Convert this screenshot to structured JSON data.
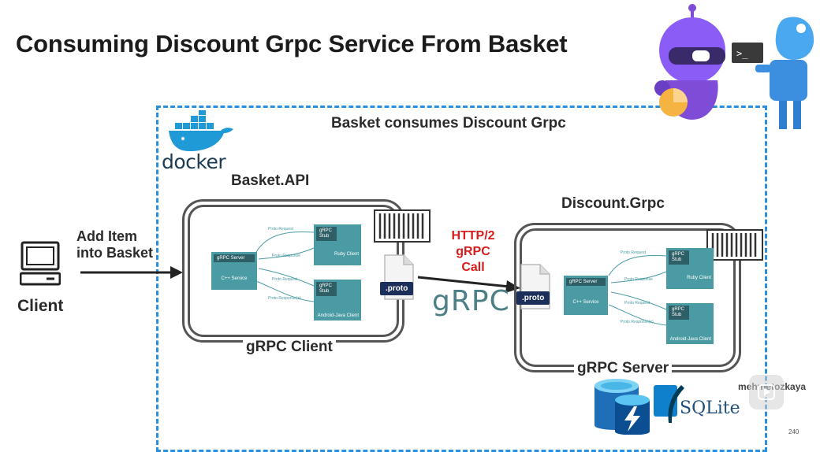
{
  "title": "Consuming Discount Grpc Service From Basket",
  "container_title": "Basket consumes Discount Grpc",
  "docker_label": "docker",
  "client": {
    "label": "Client"
  },
  "add_item": {
    "line1": "Add Item",
    "line2": "into Basket"
  },
  "basket_api": {
    "title": "Basket.API",
    "box_label": "gRPC Client",
    "mini": {
      "server": "gRPC Server",
      "server_sub": "C++ Service",
      "stub1": "gRPC Stub",
      "stub1_sub": "Ruby Client",
      "stub2": "gRPC Stub",
      "stub2_sub": "Android-Java Client",
      "req1": "Proto Request",
      "resp1": "Proto Response",
      "req2": "Proto Request",
      "resp2": "Proto Response(s)"
    }
  },
  "discount_grpc": {
    "title": "Discount.Grpc",
    "box_label": "gRPC Server",
    "mini": {
      "server": "gRPC Server",
      "server_sub": "C++ Service",
      "stub1": "gRPC Stub",
      "stub1_sub": "Ruby Client",
      "stub2": "gRPC Stub",
      "stub2_sub": "Android-Java Client",
      "req1": "Proto Request",
      "resp1": "Proto Response",
      "req2": "Proto Request",
      "resp2": "Proto Response(s)"
    }
  },
  "proto_label": ".proto",
  "protocol": {
    "line1": "HTTP/2",
    "line2": "gRPC",
    "line3": "Call"
  },
  "grpc_logo": "gRPC",
  "db": {
    "sqlite": "SQLite"
  },
  "watermark": "mehmetozkaya",
  "page_number": "240",
  "colors": {
    "dashed_border": "#2b8fe0",
    "protocol_text": "#d81b1b",
    "mini_box": "#4a9ba3",
    "proto_badge": "#1c2f5a"
  }
}
